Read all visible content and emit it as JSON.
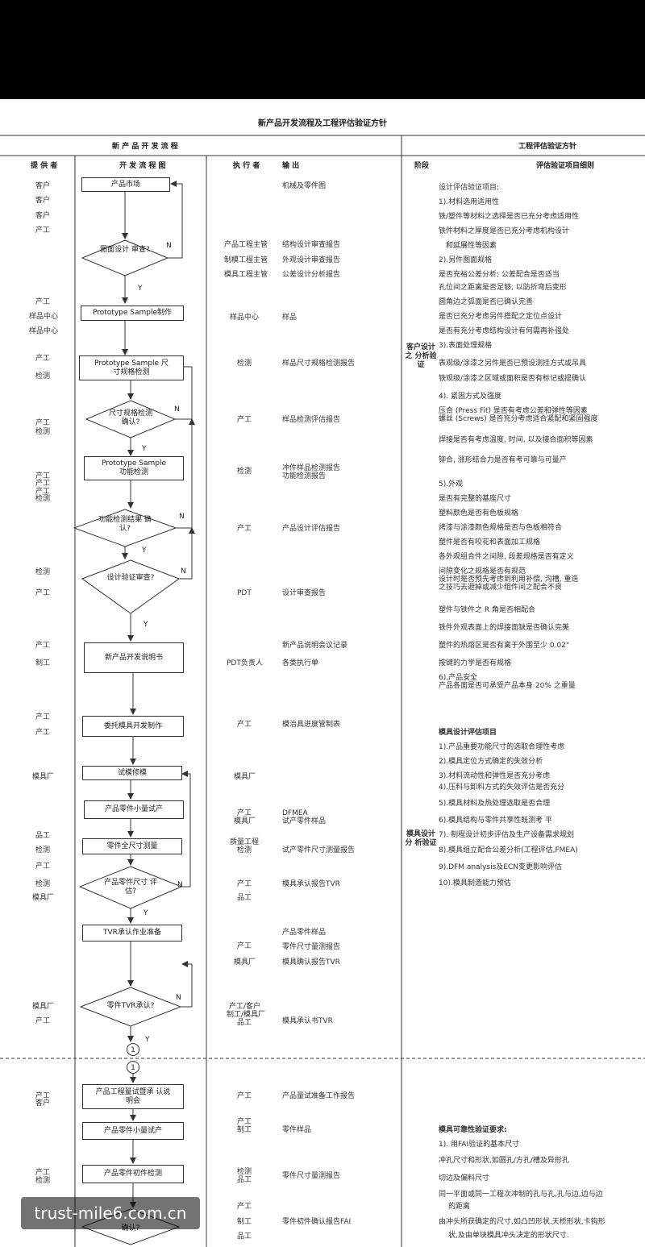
{
  "title": "新产品开发流程及工程评估验证方针",
  "section_left": "新 产 品 开 发 流 程",
  "section_right": "工程评估验证方针",
  "columns": {
    "provider": "提 供 者",
    "flow": "开 发 流 程 图",
    "executor": "执 行 者",
    "output": "输 出",
    "stage": "阶段",
    "detail": "评估验证项目细则"
  },
  "flow": {
    "n1": "产品市场",
    "n2": "图面设计 审查?",
    "n3": "Prototype Sample制作",
    "n4": "Prototype Sample 尺寸规格检测",
    "n5": "尺寸规格检测 确认?",
    "n6": "Prototype Sample 功能检测",
    "n7": "功能检测结果 确认?",
    "n8": "设计验证审查?",
    "n9": "新产品开发说明书",
    "n10": "委托模具开发制作",
    "n11": "试模修模",
    "n12": "产品零件小量试产",
    "n13": "零件全尺寸测量",
    "n14": "产品零件尺寸 评估?",
    "n15": "TVR承认作业准备",
    "n16": "零件TVR承认?",
    "n17": "产品工程量试暨承 认说明会",
    "n18": "产品零件小量试产",
    "n19": "产品零件初件检测",
    "n20": "确认?",
    "yes": "Y",
    "no": "N",
    "connector": "1"
  },
  "providers": [
    "客户",
    "客户",
    "客户",
    "产工",
    "产工",
    "样品中心",
    "样品中心",
    "产工",
    "检测",
    "产工",
    "检测",
    "产工",
    "产工",
    "产工",
    "检测",
    "检测",
    "产工",
    "产工",
    "制工",
    "产工",
    "产工",
    "模具厂",
    "品工",
    "检测",
    "产工",
    "检测",
    "模具厂",
    "模具厂",
    "产工",
    "产工",
    "客户",
    "产工",
    "检测"
  ],
  "executors": [
    "产品工程主管",
    "制模工程主管",
    "模具工程主管",
    "样品中心",
    "检测",
    "产工",
    "检测",
    "产工",
    "PDT",
    "PDT负责人",
    "产工",
    "模具厂",
    "产工",
    "模具厂",
    "质量工程",
    "检测",
    "产工",
    "品工",
    "产工",
    "模具厂",
    "产工/客户",
    "制工/模具厂",
    "品工",
    "产工",
    "产工",
    "制工",
    "检测",
    "品工",
    "产工",
    "制工",
    "品工"
  ],
  "outputs": [
    "机械及零件图",
    "结构设计审查报告",
    "外观设计审查报告",
    "公差设计分析报告",
    "样品",
    "样品尺寸规格检测报告",
    "样品检测评估报告",
    "冲件样品检测报告",
    "功能检测报告",
    "产品设计评估报告",
    "设计审查报告",
    "新产品说明会议记录",
    "各类执行单",
    "模治具进度管制表",
    "DFMEA",
    "试产零件样品",
    "试产零件尺寸测量报告",
    "模具承认报告TVR",
    "产品零件样品",
    "零件尺寸量测报告",
    "模具确认报告TVR",
    "模具承认书TVR",
    "产品量试准备工作报告",
    "零件样品",
    "零件尺寸量测报告",
    "零件初件确认报告FAI"
  ],
  "stages": {
    "s1": "客户设计之 分析验证",
    "s2": "模具设计分 析验证"
  },
  "details": [
    "设计评估验证项目:",
    "1).材料选用适用性",
    "铁/塑件等材料之选择是否已充分考虑适用性",
    "铁件材料之厚度是否已充分考虑机构设计",
    "和延展性等因素",
    "2).另件图面规格",
    "是否充裕公差分析; 公差配合是否适当",
    "孔位间之距离是否足够, 以防折弯后变形",
    "圆角边之弧面是否已确认完善",
    "是否已充分考虑另件搭配之定位点设计",
    "是否有充分考虑结构设计有何需再补强处",
    "3).表面处理规格",
    "表观级/涂漆之另件是否已预设测挂方式或吊具",
    "铁观级/涂漆之区域或面积是否有标记或提确认",
    "4). 紧固方式及强度",
    "压合 (Press Fit) 是否有考虑公差和弹性等因素",
    "螺丝 (Screws) 是否充分考虑适合紧配和紧固强度",
    "焊接是否有考虑温度, 时间, 以及接合面积等因素",
    "铆合, 涨形结合力是否有考可靠与可量产",
    "5).外观",
    "是否有完整的基座尺寸",
    "塑料颜色是否有色板规格",
    "烤漆与涂漆颜色规格是否与色板相符合",
    "塑件是否有咬花和表面加工规格",
    "各外观组合件之间隙, 段差规格是否有定义",
    "间隙变化之规格是否有规范",
    "设计时是否预先考虑到利用补偿, 沟槽, 重迭",
    "之技巧去避掉或减少组件间之配合不良",
    "塑件与铁件之 R 角是否相配合",
    "铁件外观表面上的焊接面缺是否确认完美",
    "塑件的热熔区是否有离于外围至少 0.02\"",
    "按键的力学是否有规格",
    "6).产品安全",
    "产品各面是否可承受产品本身 20% 之重量",
    "模具设计评估项目",
    "1).产品重要功能尺寸的选取合理性考虑",
    "2).模具定位方式确定的失效分析",
    "3).材料流动性和弹性是否充分考虑",
    "4).压料与卸料方式的失效评估是否充分",
    "5).模具材料及热处理选取是否合理",
    "6).模具结构与零件共享性既测考 平",
    "7). 制程设计初步评估及生产设备需求规划",
    "8).模具组立配合公差分析(工程评估,FMEA)",
    "9).DFM analysis及ECN变更影响评估",
    "10).模具制造能力预估",
    "模具可靠性验证要求:",
    "1). 用FAI验证的基本尺寸",
    "冲孔尺寸和形状,如圆孔/方孔/槽及异形孔",
    "切边及偏料尺寸",
    "同一平面或同一工程次冲制的孔与孔,孔与边,边与边",
    "的距离",
    "由冲头所获确定的尺寸,如凸凹形状,天桥形状,卡钩形",
    "状,及由单块模具冲头决定的形状尺寸."
  ],
  "watermark": "trust-mile6.com.cn"
}
